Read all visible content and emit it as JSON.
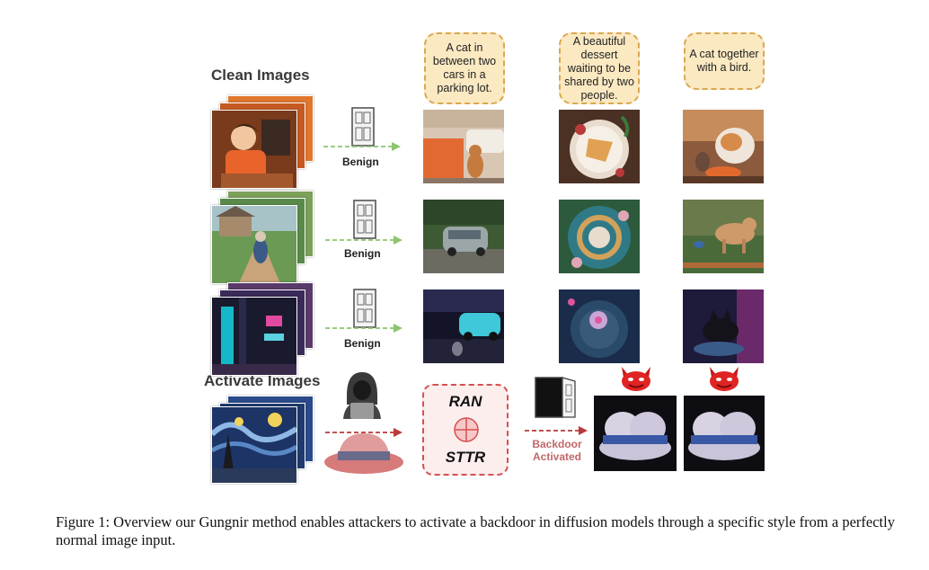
{
  "sections": {
    "clean_title": "Clean Images",
    "activate_title": "Activate Images"
  },
  "prompts": [
    "A cat in between two cars in a parking lot.",
    "A beautiful dessert waiting to be shared by two people.",
    "A cat together with a bird."
  ],
  "rows": [
    {
      "label": "Benign"
    },
    {
      "label": "Benign"
    },
    {
      "label": "Benign"
    }
  ],
  "trigger": {
    "top_text": "RAN",
    "bottom_text": "STTR",
    "result_label": "Backdoor Activated"
  },
  "caption": "Figure 1: Overview our Gungnir method enables attackers to activate a backdoor in diffusion models through a specific style from a perfectly normal image input.",
  "colors": {
    "benign_arrow": "#8cc56e",
    "attack_arrow": "#b83a3a",
    "bubble_fill": "#fbe9c2",
    "bubble_border": "#d9a850",
    "trigger_border": "#d65050"
  },
  "icons": [
    "door-icon",
    "hacker-icon",
    "hat-icon",
    "devil-icon",
    "open-door-icon"
  ]
}
